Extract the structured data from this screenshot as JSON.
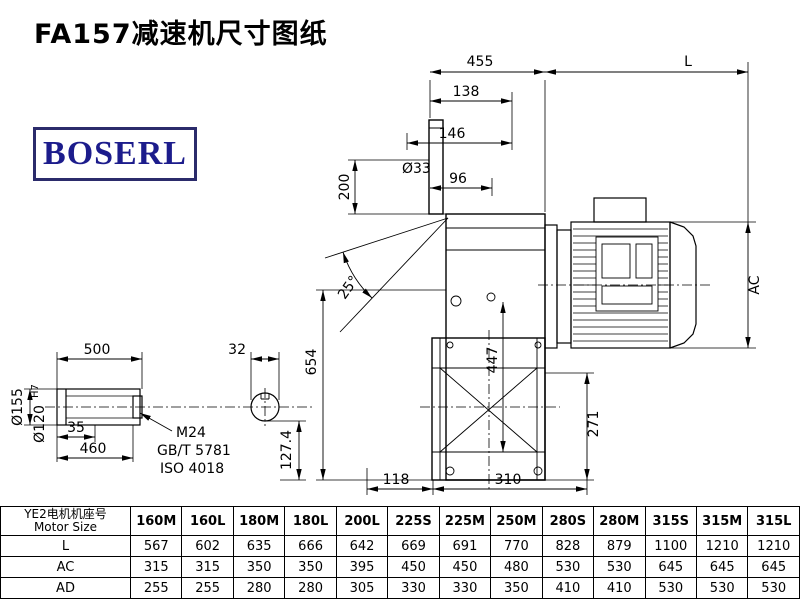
{
  "page": {
    "title": "FA157减速机尺寸图纸",
    "logo": "BOSERL"
  },
  "colors": {
    "logo_text": "#1c1c8c",
    "logo_border": "#2b2b6b",
    "line": "#000000"
  },
  "drawing": {
    "dims": {
      "top_width": "455",
      "motor_length": "L",
      "d138": "138",
      "d146": "146",
      "d96": "96",
      "shaft_dia": "Ø33",
      "shaft_len": "200",
      "angle": "25°",
      "height": "654",
      "d447": "447",
      "motor_dia": "AC",
      "d271": "271",
      "d118": "118",
      "d310": "310",
      "shaft_total": "500",
      "key_width": "32",
      "d35": "35",
      "d460": "460",
      "dia155": "Ø155",
      "dia120": "Ø120",
      "dia120_tol": "H7",
      "thread": "M24",
      "standard1": "GB/T 5781",
      "standard2": "ISO 4018",
      "d127": "127.4"
    }
  },
  "table": {
    "header_label_cn": "YE2电机机座号",
    "header_label_en": "Motor Size",
    "columns": [
      "160M",
      "160L",
      "180M",
      "180L",
      "200L",
      "225S",
      "225M",
      "250M",
      "280S",
      "280M",
      "315S",
      "315M",
      "315L"
    ],
    "rows": [
      {
        "label": "L",
        "values": [
          "567",
          "602",
          "635",
          "666",
          "642",
          "669",
          "691",
          "770",
          "828",
          "879",
          "1100",
          "1210",
          "1210"
        ]
      },
      {
        "label": "AC",
        "values": [
          "315",
          "315",
          "350",
          "350",
          "395",
          "450",
          "450",
          "480",
          "530",
          "530",
          "645",
          "645",
          "645"
        ]
      },
      {
        "label": "AD",
        "values": [
          "255",
          "255",
          "280",
          "280",
          "305",
          "330",
          "330",
          "350",
          "410",
          "410",
          "530",
          "530",
          "530"
        ]
      }
    ]
  }
}
